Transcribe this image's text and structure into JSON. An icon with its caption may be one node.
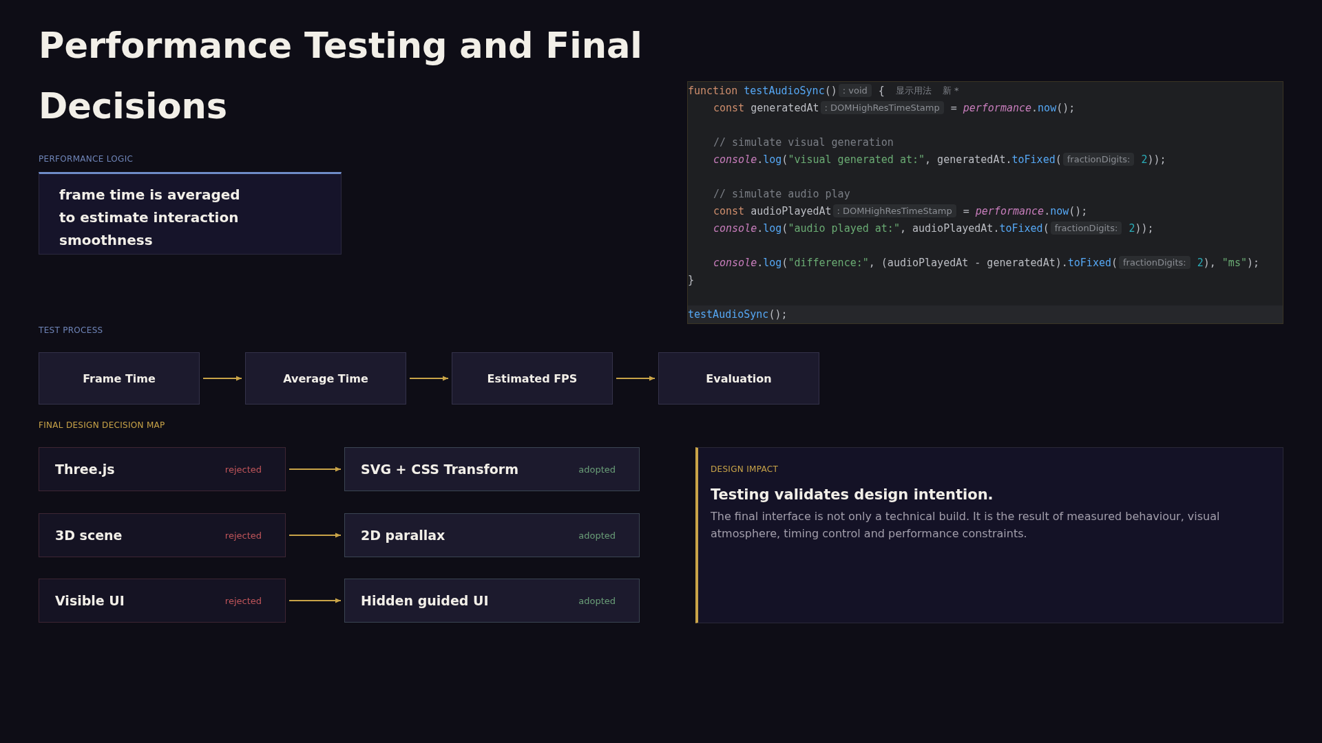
{
  "diagram": {
    "title": "Performance Testing and Final Decisions",
    "nodes": [
      {
        "text": [
          "PERFORMANCE LOGIC",
          "frame time is averaged to estimate interaction smoothness"
        ]
      },
      {
        "text": [
          "function testAudioSync()",
          ": void",
          "{",
          "显示用法",
          "新 *",
          "const generatedAt",
          ": DOMHighResTimeStamp",
          "= performance.now();",
          "// simulate visual generation",
          "console.log(\"visual generated at:\", generatedAt.toFixed(",
          "fractionDigits:",
          "2));",
          "// simulate audio play",
          "const audioPlayedAt",
          ": DOMHighResTimeStamp",
          "= performance.now();",
          "console.log(\"audio played at:\", audioPlayedAt.toFixed(",
          "fractionDigits:",
          "2));",
          "console.log(\"difference:\", (audioPlayedAt - generatedAt).toFixed(",
          "fractionDigits:",
          "2), \"ms\");",
          "}",
          "testAudioSync();"
        ]
      },
      {
        "text": [
          "Frame Time"
        ]
      },
      {
        "text": [
          "Average Time"
        ]
      },
      {
        "text": [
          "Estimated FPS"
        ]
      },
      {
        "text": [
          "Evaluation"
        ]
      },
      {
        "text": [
          "Three.js",
          "rejected"
        ]
      },
      {
        "text": [
          "SVG + CSS Transform",
          "adopted"
        ]
      },
      {
        "text": [
          "3D scene",
          "rejected"
        ]
      },
      {
        "text": [
          "2D parallax",
          "adopted"
        ]
      },
      {
        "text": [
          "Visible UI",
          "rejected"
        ]
      },
      {
        "text": [
          "Hidden guided UI",
          "adopted"
        ]
      },
      {
        "text": [
          "DESIGN IMPACT",
          "Testing validates design intention.",
          "The final interface is not only a technical build. It is the result of measured behaviour, visual atmosphere, timing control and performance constraints."
        ]
      }
    ],
    "edges": [
      {
        "from": 2,
        "to": 3,
        "arrow": "to"
      },
      {
        "from": 3,
        "to": 4,
        "arrow": "to"
      },
      {
        "from": 4,
        "to": 5,
        "arrow": "to"
      },
      {
        "from": 6,
        "to": 7,
        "arrow": "to"
      },
      {
        "from": 8,
        "to": 9,
        "arrow": "to"
      },
      {
        "from": 10,
        "to": 11,
        "arrow": "to"
      }
    ],
    "labels": [
      "TEST PROCESS",
      "FINAL DESIGN DECISION MAP"
    ]
  }
}
